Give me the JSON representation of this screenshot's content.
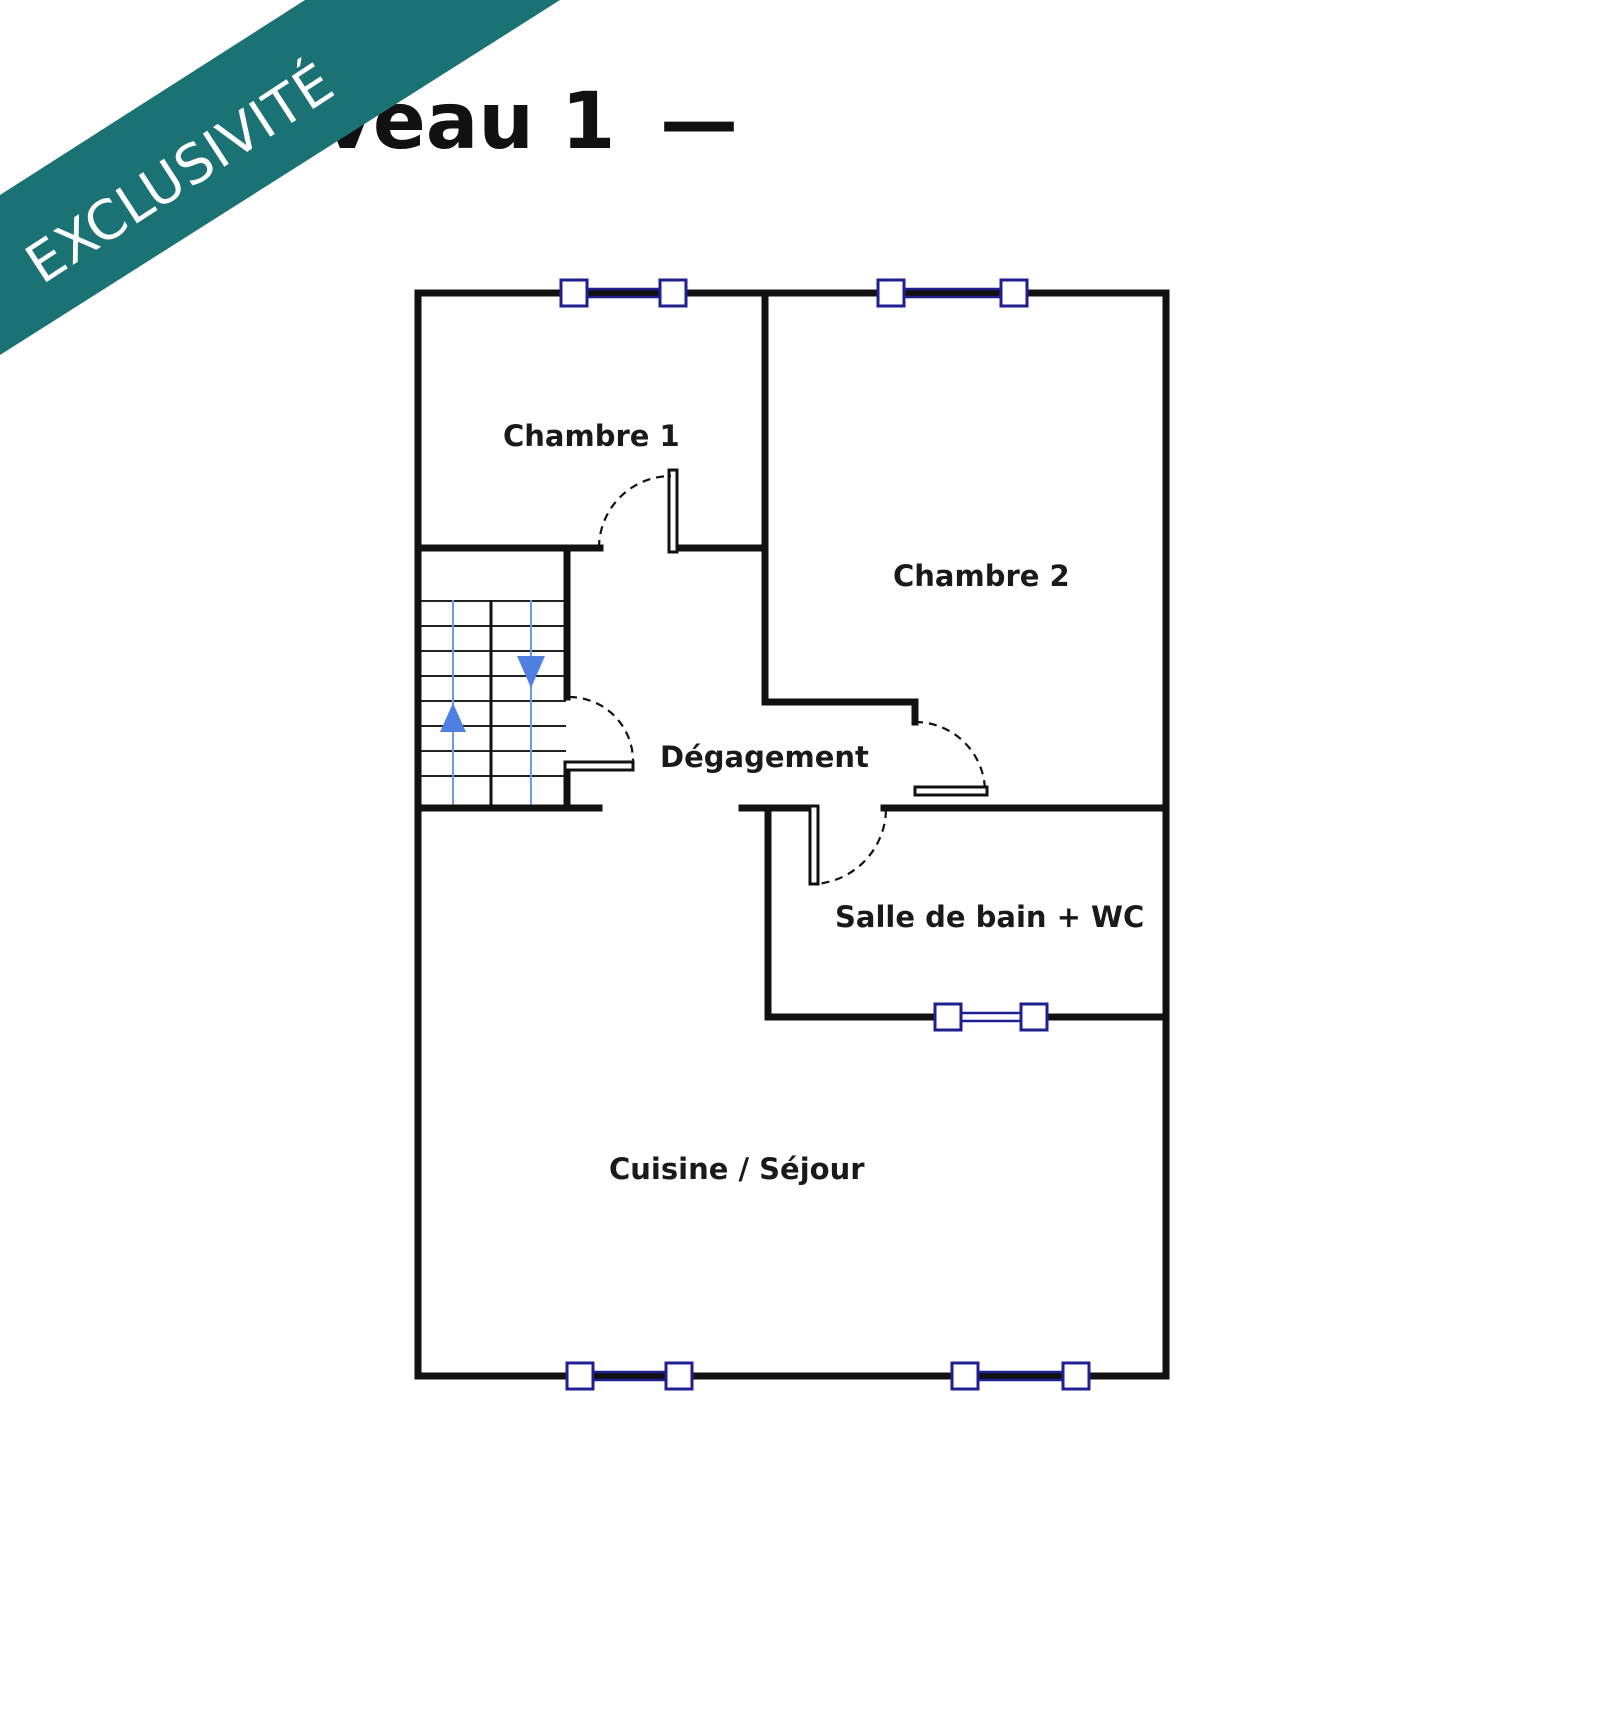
{
  "title": {
    "text": "Niveau 1",
    "dash": "—"
  },
  "ribbon": {
    "text": "EXCLUSIVITÉ",
    "color": "#1a7274"
  },
  "rooms": [
    {
      "id": "chambre-1",
      "label": "Chambre 1"
    },
    {
      "id": "chambre-2",
      "label": "Chambre 2"
    },
    {
      "id": "degagement",
      "label": "Dégagement"
    },
    {
      "id": "salle-de-bain",
      "label": "Salle de bain + WC"
    },
    {
      "id": "cuisine-sejour",
      "label": "Cuisine / Séjour"
    }
  ],
  "colors": {
    "walls": "#111111",
    "windows": "#1f1f8f",
    "stair_arrows": "#4f7fe0",
    "background": "#ffffff"
  },
  "icons": {
    "stair_up": "arrow-up-icon",
    "stair_down": "arrow-down-icon",
    "window": "window-icon"
  }
}
